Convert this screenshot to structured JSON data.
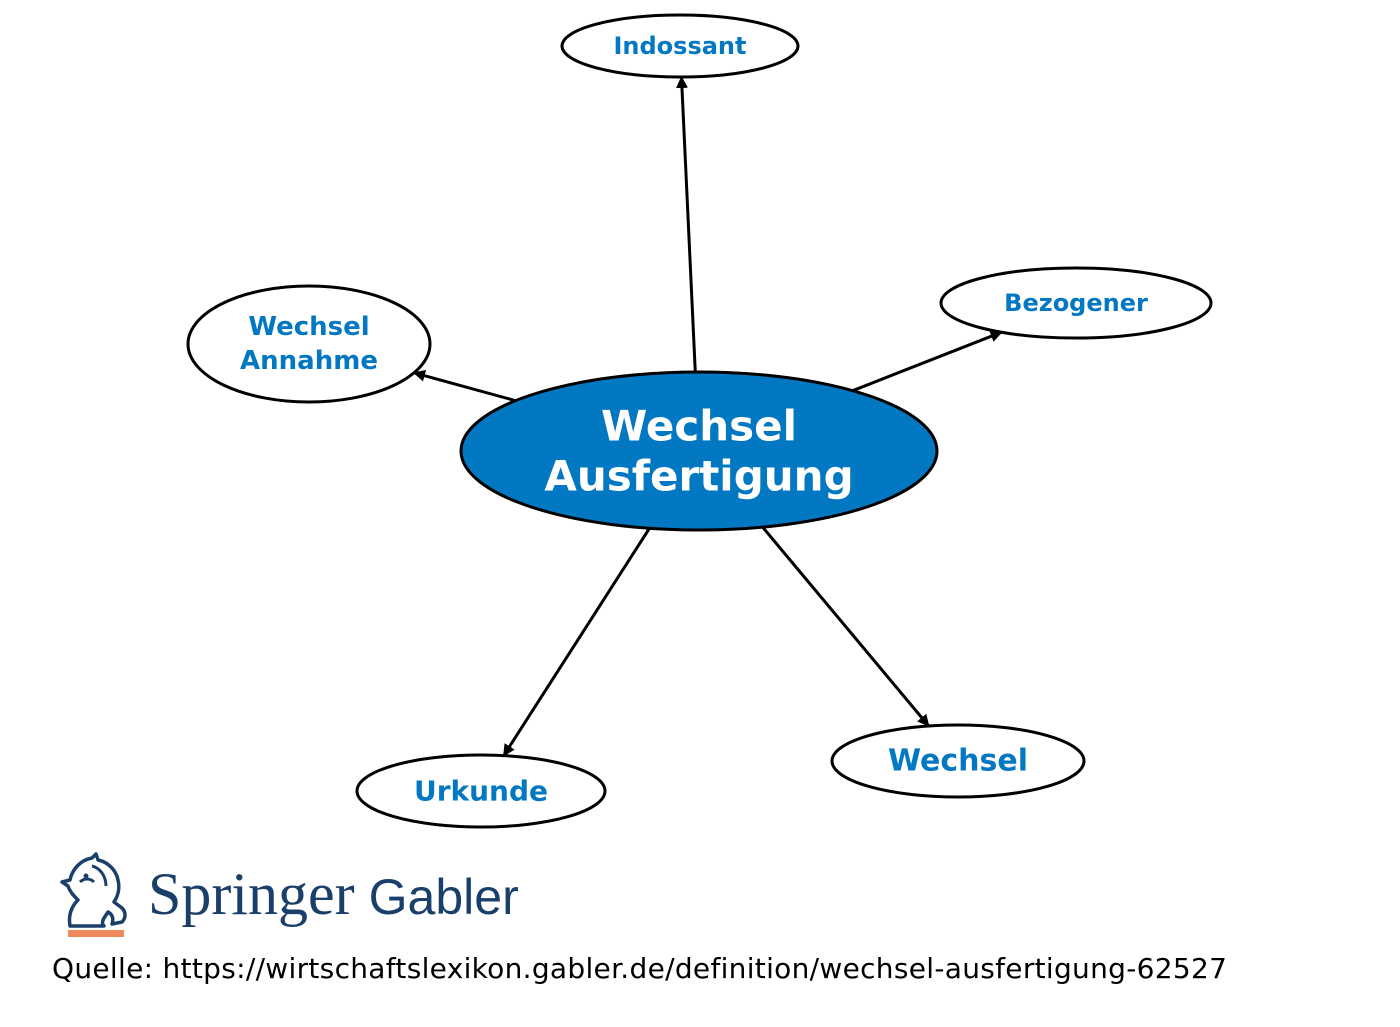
{
  "diagram": {
    "center": {
      "lines": [
        "Wechsel",
        "Ausfertigung"
      ],
      "fill": "#0277c2",
      "text_color": "#ffffff"
    },
    "nodes": [
      {
        "id": "indossant",
        "lines": [
          "Indossant"
        ]
      },
      {
        "id": "bezogener",
        "lines": [
          "Bezogener"
        ]
      },
      {
        "id": "wechsel-annahme",
        "lines": [
          "Wechsel",
          "Annahme"
        ]
      },
      {
        "id": "urkunde",
        "lines": [
          "Urkunde"
        ]
      },
      {
        "id": "wechsel",
        "lines": [
          "Wechsel"
        ]
      }
    ],
    "edges": [
      {
        "from": "center",
        "to": "indossant"
      },
      {
        "from": "center",
        "to": "bezogener"
      },
      {
        "from": "center",
        "to": "wechsel-annahme"
      },
      {
        "from": "center",
        "to": "urkunde"
      },
      {
        "from": "center",
        "to": "wechsel"
      }
    ],
    "node_text_color": "#0277c2",
    "node_fill": "#ffffff",
    "stroke_color": "#000000"
  },
  "logo": {
    "word1": "Springer",
    "word2": "Gabler",
    "color": "#1b3f6b",
    "accent": "#f08a5d",
    "icon": "knight-horse-icon"
  },
  "source": {
    "label": "Quelle:",
    "url": "https://wirtschaftslexikon.gabler.de/definition/wechsel-ausfertigung-62527"
  }
}
